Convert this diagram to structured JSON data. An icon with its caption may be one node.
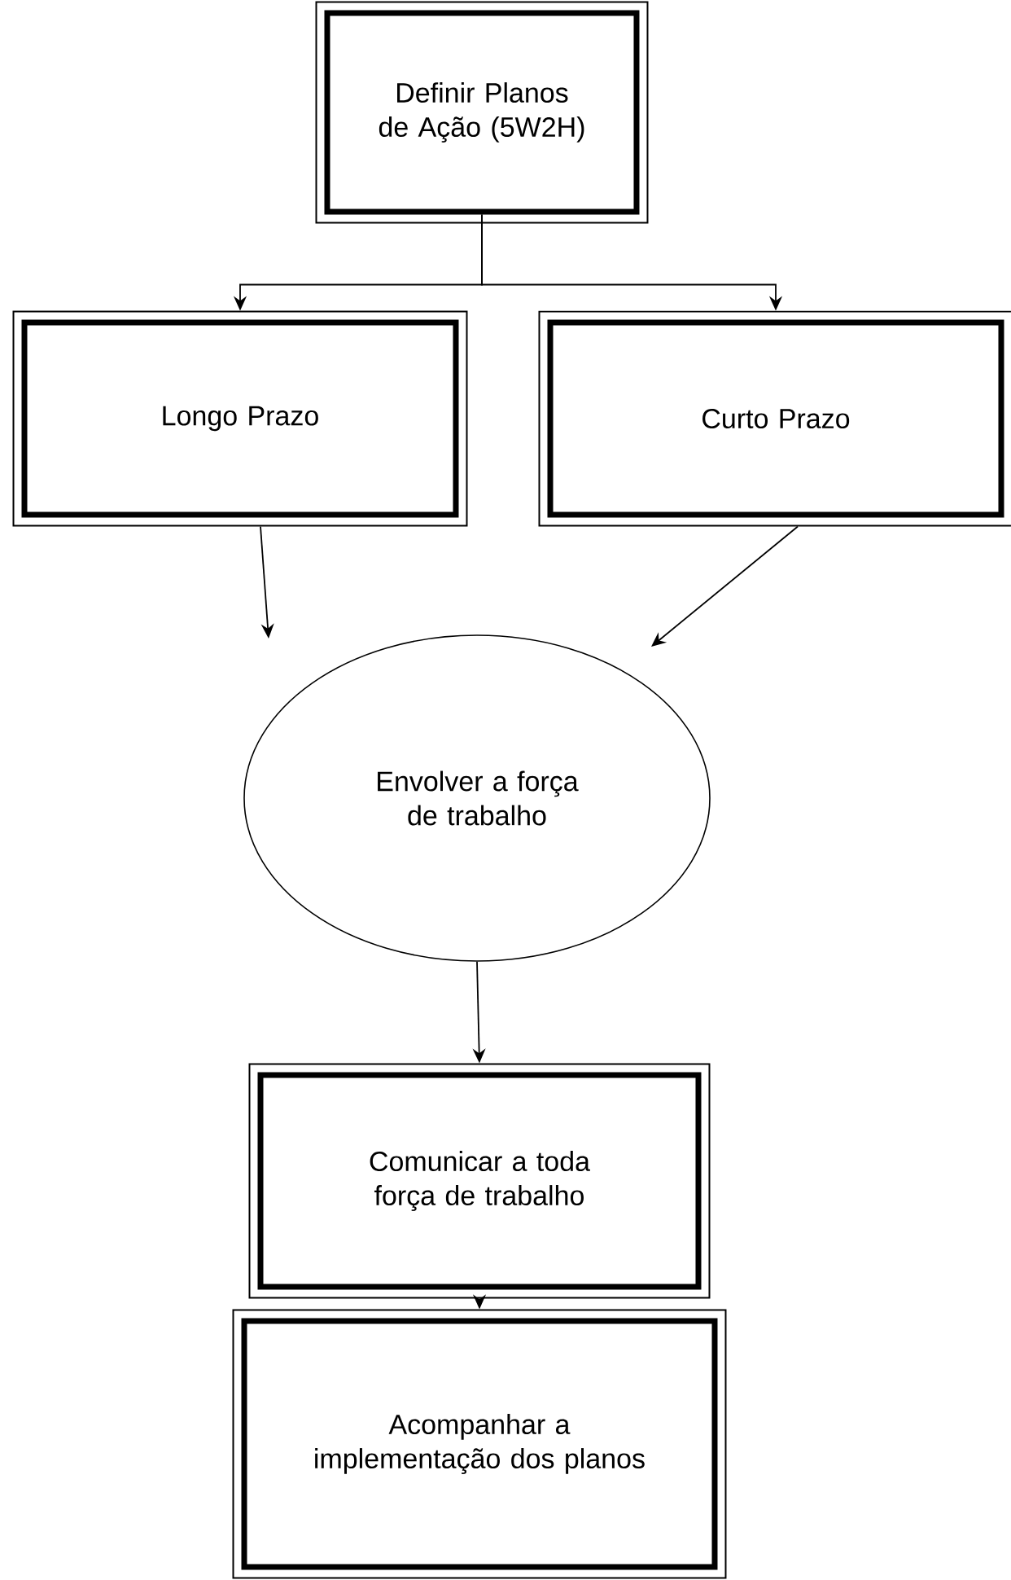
{
  "diagram": {
    "nodes": [
      {
        "text": [
          "Definir Planos de Ação (5W2H)"
        ]
      },
      {
        "text": [
          "Longo Prazo"
        ]
      },
      {
        "text": [
          "Curto Prazo"
        ]
      },
      {
        "text": [
          "Envolver a força de trabalho"
        ]
      },
      {
        "text": [
          "Comunicar a toda força de trabalho"
        ]
      },
      {
        "text": [
          "Acompanhar a implementação dos planos"
        ]
      }
    ],
    "edges": [
      {
        "from": 0,
        "to": 1,
        "arrow": "to"
      },
      {
        "from": 0,
        "to": 2,
        "arrow": "to"
      },
      {
        "from": 1,
        "to": 3,
        "arrow": "to"
      },
      {
        "from": 2,
        "to": 3,
        "arrow": "to"
      },
      {
        "from": 3,
        "to": 4,
        "arrow": "to"
      },
      {
        "from": 4,
        "to": 5,
        "arrow": "to"
      }
    ]
  }
}
